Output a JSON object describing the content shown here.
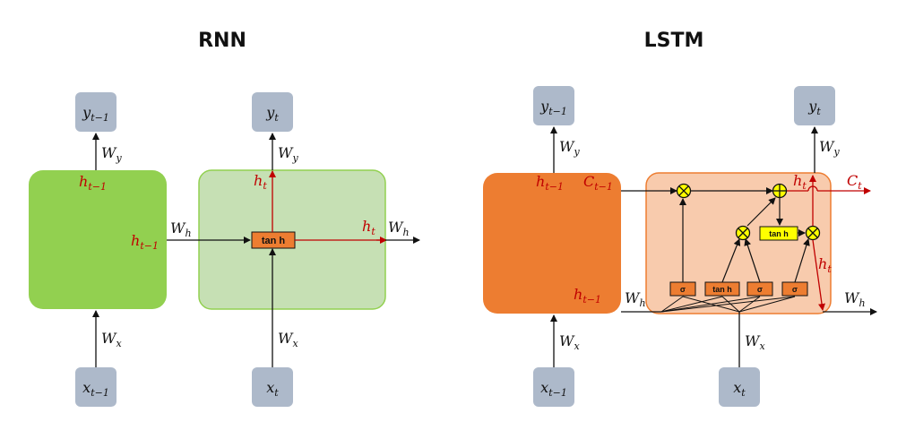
{
  "rnn": {
    "title": "RNN",
    "prev_output": {
      "base": "y",
      "sub": "t−1"
    },
    "output": {
      "base": "y",
      "sub": "t"
    },
    "prev_input": {
      "base": "x",
      "sub": "t−1"
    },
    "input": {
      "base": "x",
      "sub": "t"
    },
    "w_y": {
      "base": "W",
      "sub": "y"
    },
    "w_x": {
      "base": "W",
      "sub": "x"
    },
    "w_h": {
      "base": "W",
      "sub": "h"
    },
    "h_prev": {
      "base": "h",
      "sub": "t−1"
    },
    "h_t": {
      "base": "h",
      "sub": "t"
    },
    "tanh_label": "tan h",
    "colors": {
      "prev_cell": "#92d050",
      "cell": "#c6e0b4",
      "cell_border": "#92d050",
      "tanh_box": "#ed7d31",
      "token_box": "#adb9ca",
      "hidden_arrow": "#c00000"
    }
  },
  "lstm": {
    "title": "LSTM",
    "prev_output": {
      "base": "y",
      "sub": "t−1"
    },
    "output": {
      "base": "y",
      "sub": "t"
    },
    "prev_input": {
      "base": "x",
      "sub": "t−1"
    },
    "input": {
      "base": "x",
      "sub": "t"
    },
    "w_y": {
      "base": "W",
      "sub": "y"
    },
    "w_x": {
      "base": "W",
      "sub": "x"
    },
    "w_h": {
      "base": "W",
      "sub": "h"
    },
    "h_prev": {
      "base": "h",
      "sub": "t−1"
    },
    "c_prev": {
      "base": "C",
      "sub": "t−1"
    },
    "h_t": {
      "base": "h",
      "sub": "t"
    },
    "c_t": {
      "base": "C",
      "sub": "t"
    },
    "gates": [
      "σ",
      "tan h",
      "σ",
      "σ"
    ],
    "tanh_label": "tan h",
    "colors": {
      "prev_cell": "#ed7d31",
      "cell": "#f8cbad",
      "cell_border": "#ed7d31",
      "gate_box": "#ed7d31",
      "tanh_box": "#ffff00",
      "op_circle": "#ffff00",
      "token_box": "#adb9ca",
      "hidden_arrow": "#c00000"
    }
  }
}
